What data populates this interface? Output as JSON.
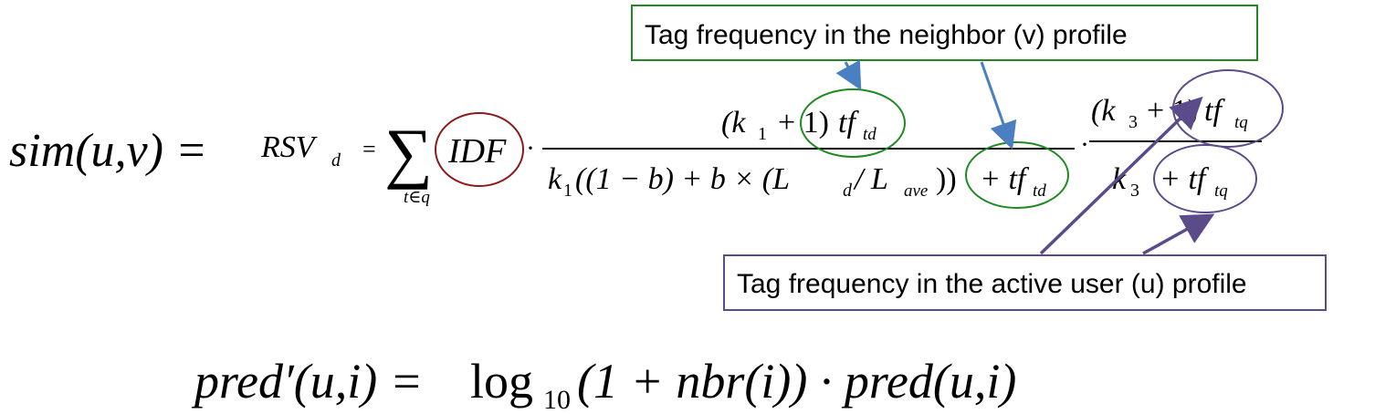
{
  "callouts": {
    "neighbor": "Tag frequency in the neighbor (v) profile",
    "active": "Tag frequency in the active user (u) profile"
  },
  "colors": {
    "idf_circle": "#8b1a1a",
    "neighbor_accent": "#1f8a1f",
    "active_accent": "#5b4b8a",
    "neighbor_arrow": "#4a7fc1",
    "active_arrow": "#5b4b8a"
  },
  "formula1": {
    "lhs": "sim(u,v) =",
    "rsv": "RSV",
    "rsv_sub": "d",
    "eq": "=",
    "sum_sub": "t∈q",
    "idf": "IDF",
    "dot": "·",
    "num1_open": "(k",
    "num1_k_sub": "1",
    "num1_plus": "+ 1)",
    "num1_tf": "tf",
    "num1_tf_sub": "td",
    "den1_a": "k",
    "den1_a_sub": "1",
    "den1_b": "((1 − b) + b × (L",
    "den1_L_sub": "d",
    "den1_c": " / L",
    "den1_Lave_sub": "ave",
    "den1_d": "))",
    "den1_plus": "+ tf",
    "den1_tf_sub": "td",
    "num2_open": "(k",
    "num2_k_sub": "3",
    "num2_plus": "+ 1)",
    "num2_tf": "tf",
    "num2_tf_sub": "tq",
    "den2_k": "k",
    "den2_k_sub": "3",
    "den2_plus": "+ tf",
    "den2_tf_sub": "tq"
  },
  "formula2": {
    "lhs": "pred′(u,i) = ",
    "log": "log",
    "log_sub": "10",
    "rest": "(1 + nbr(i)) · pred(u,i)"
  }
}
